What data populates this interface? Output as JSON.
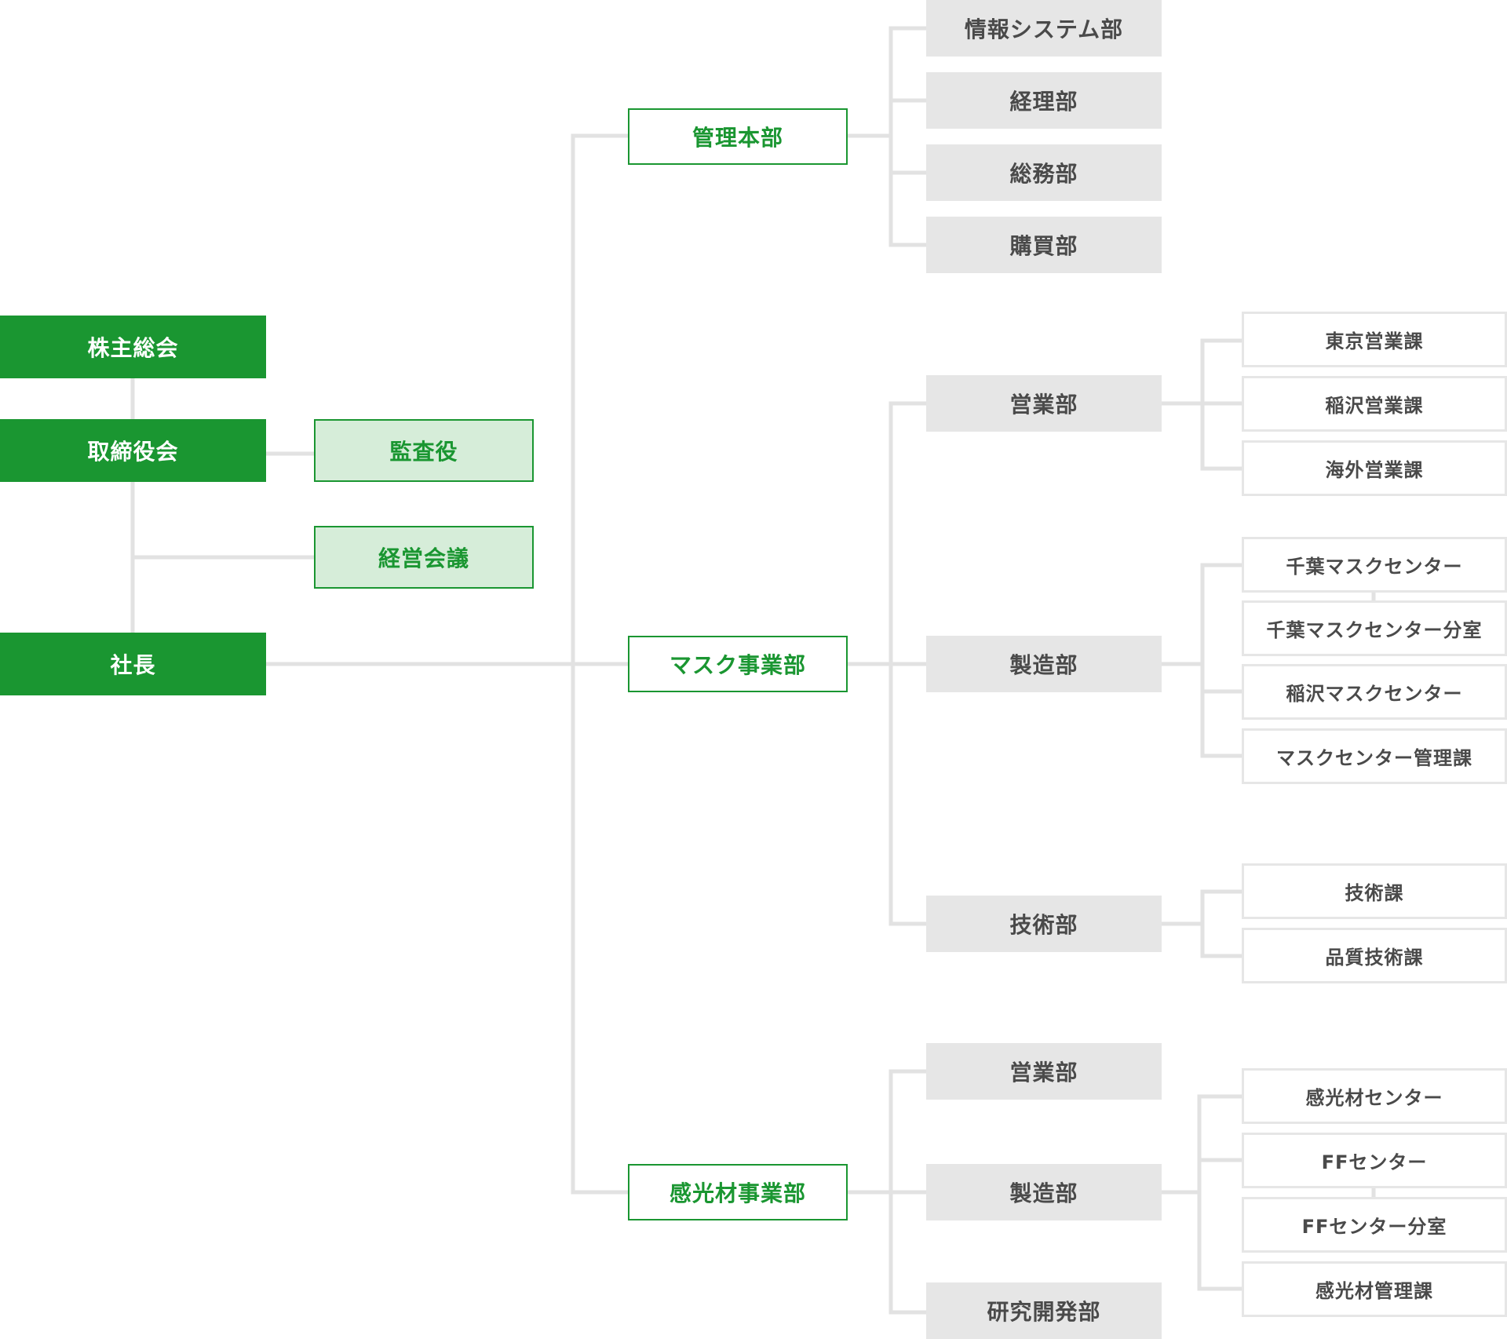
{
  "colors": {
    "primary_green": "#1a9631",
    "light_green": "#d6edd9",
    "department_gray": "#e6e6e6",
    "connector_gray": "#e2e2e2",
    "text_dark": "#4a4a4a"
  },
  "top_level": {
    "shareholders": "株主総会",
    "board": "取締役会",
    "president": "社長",
    "auditor": "監査役",
    "management_meeting": "経営会議"
  },
  "divisions": {
    "admin": {
      "name": "管理本部",
      "departments": [
        "情報システム部",
        "経理部",
        "総務部",
        "購買部"
      ]
    },
    "mask": {
      "name": "マスク事業部",
      "departments": [
        {
          "name": "営業部",
          "sections": [
            "東京営業課",
            "稲沢営業課",
            "海外営業課"
          ]
        },
        {
          "name": "製造部",
          "sections": [
            "千葉マスクセンター",
            "千葉マスクセンター分室",
            "稲沢マスクセンター",
            "マスクセンター管理課"
          ]
        },
        {
          "name": "技術部",
          "sections": [
            "技術課",
            "品質技術課"
          ]
        }
      ]
    },
    "photo": {
      "name": "感光材事業部",
      "departments": [
        {
          "name": "営業部"
        },
        {
          "name": "製造部",
          "sections": [
            "感光材センター",
            "FFセンター",
            "FFセンター分室",
            "感光材管理課"
          ]
        },
        {
          "name": "研究開発部"
        }
      ]
    }
  }
}
